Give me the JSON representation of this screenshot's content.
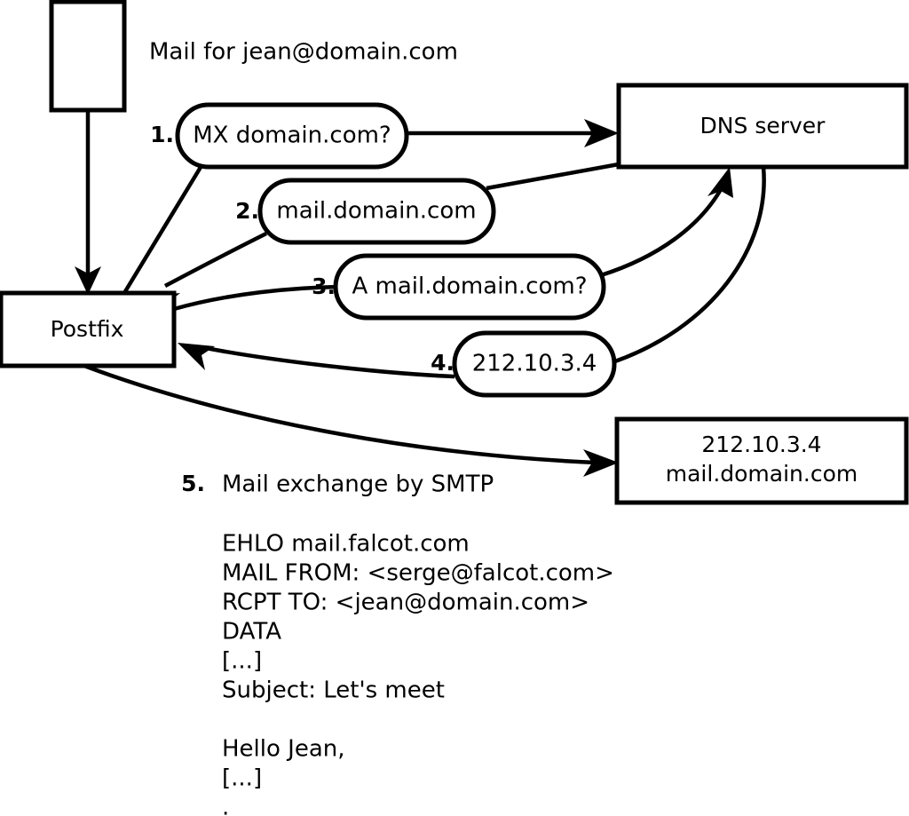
{
  "diagram": {
    "title_note": "Mail for jean@domain.com",
    "nodes": {
      "sender": {
        "label": ""
      },
      "mta": {
        "label": "Postfix"
      },
      "dns": {
        "label": "DNS server"
      },
      "target": {
        "line1": "212.10.3.4",
        "line2": "mail.domain.com"
      }
    },
    "steps": [
      {
        "number": "1.",
        "label": "MX domain.com?"
      },
      {
        "number": "2.",
        "label": "mail.domain.com"
      },
      {
        "number": "3.",
        "label": "A mail.domain.com?"
      },
      {
        "number": "4.",
        "label": "212.10.3.4"
      }
    ],
    "step5": {
      "number": "5.",
      "label": "Mail exchange by SMTP"
    },
    "transcript": [
      "EHLO mail.falcot.com",
      "MAIL FROM: <serge@falcot.com>",
      "RCPT TO: <jean@domain.com>",
      "DATA",
      "[...]",
      "Subject: Let's meet",
      "",
      "Hello Jean,",
      "[...]",
      "."
    ],
    "colors": {
      "stroke": "#000000",
      "fill": "#ffffff",
      "text": "#000000"
    }
  }
}
